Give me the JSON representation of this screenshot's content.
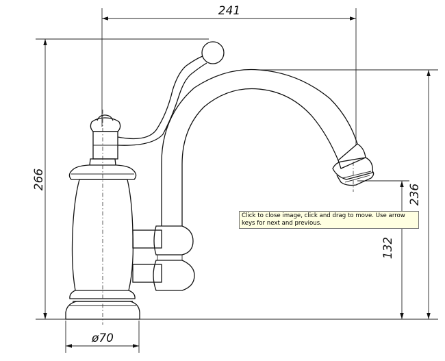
{
  "dimensions": {
    "total_width": "241",
    "total_height": "266",
    "spout_height": "236",
    "outlet_height": "132",
    "base_diameter": "ø70"
  },
  "tooltip": {
    "text": "Click to close image, click and drag to move. Use arrow keys for next and previous."
  }
}
